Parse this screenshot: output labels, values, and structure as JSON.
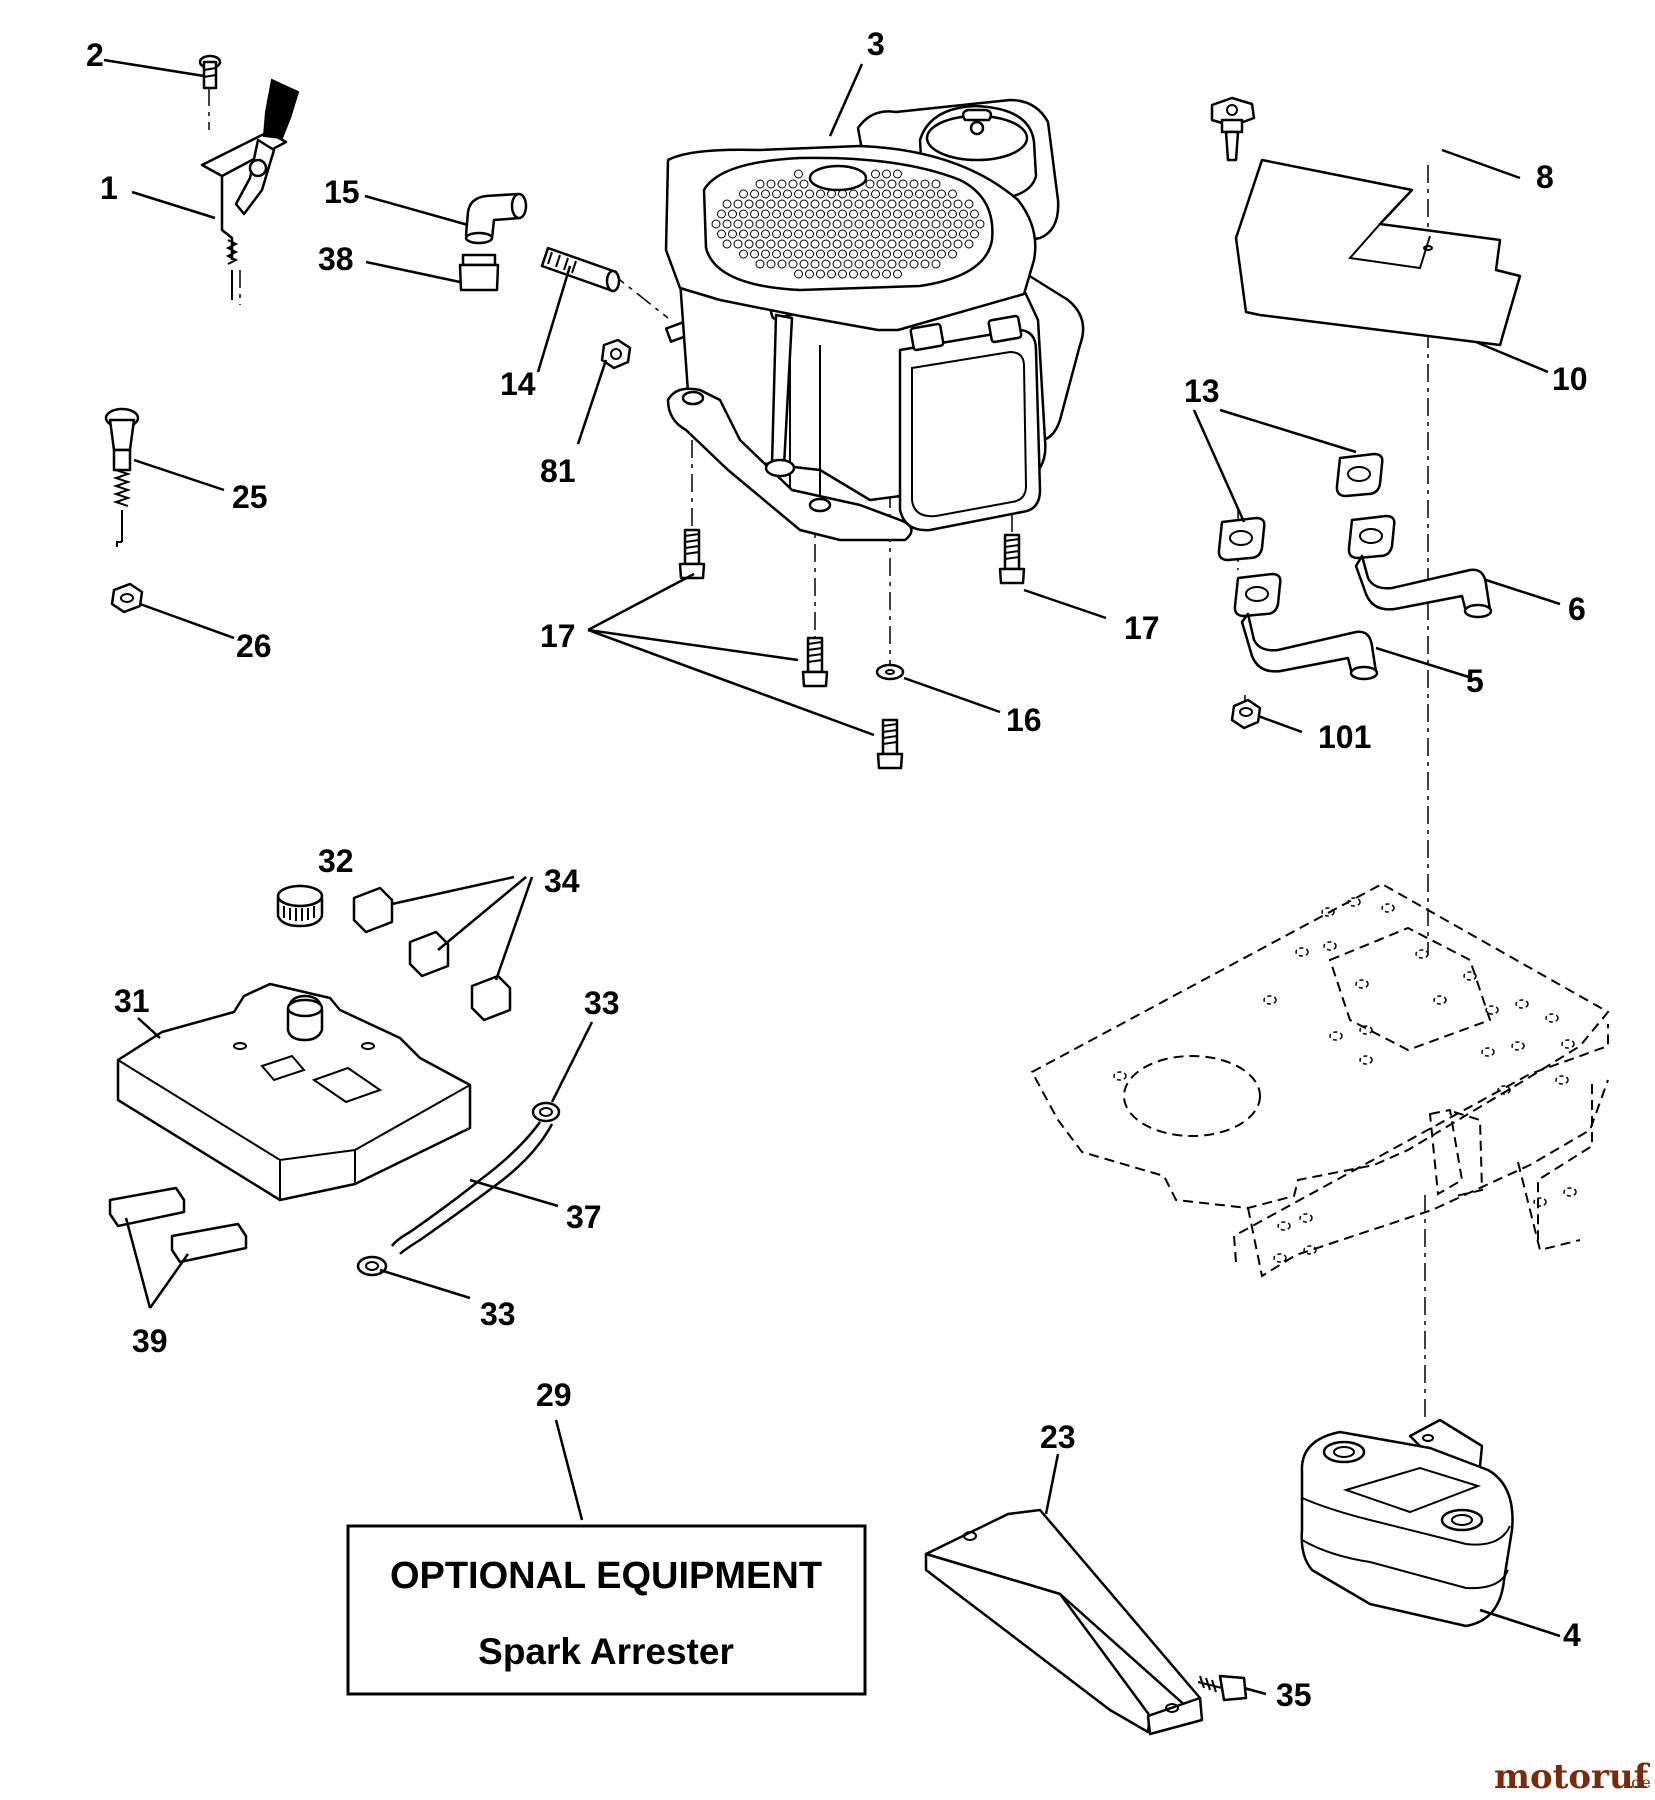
{
  "callouts": [
    {
      "id": "1",
      "label": "1"
    },
    {
      "id": "2",
      "label": "2"
    },
    {
      "id": "3",
      "label": "3"
    },
    {
      "id": "4",
      "label": "4"
    },
    {
      "id": "5",
      "label": "5"
    },
    {
      "id": "6",
      "label": "6"
    },
    {
      "id": "8",
      "label": "8"
    },
    {
      "id": "10",
      "label": "10"
    },
    {
      "id": "13",
      "label": "13"
    },
    {
      "id": "14",
      "label": "14"
    },
    {
      "id": "15",
      "label": "15"
    },
    {
      "id": "16",
      "label": "16"
    },
    {
      "id": "17a",
      "label": "17"
    },
    {
      "id": "17b",
      "label": "17"
    },
    {
      "id": "23",
      "label": "23"
    },
    {
      "id": "25",
      "label": "25"
    },
    {
      "id": "26",
      "label": "26"
    },
    {
      "id": "29",
      "label": "29"
    },
    {
      "id": "31",
      "label": "31"
    },
    {
      "id": "32",
      "label": "32"
    },
    {
      "id": "33a",
      "label": "33"
    },
    {
      "id": "33b",
      "label": "33"
    },
    {
      "id": "34",
      "label": "34"
    },
    {
      "id": "35",
      "label": "35"
    },
    {
      "id": "37",
      "label": "37"
    },
    {
      "id": "38",
      "label": "38"
    },
    {
      "id": "39",
      "label": "39"
    },
    {
      "id": "81",
      "label": "81"
    },
    {
      "id": "101",
      "label": "101"
    }
  ],
  "optional_box": {
    "line1": "OPTIONAL EQUIPMENT",
    "line2": "Spark Arrester"
  },
  "watermark": {
    "name": "motoruf",
    "tld": ".de",
    "color": "#7a2a0a"
  }
}
